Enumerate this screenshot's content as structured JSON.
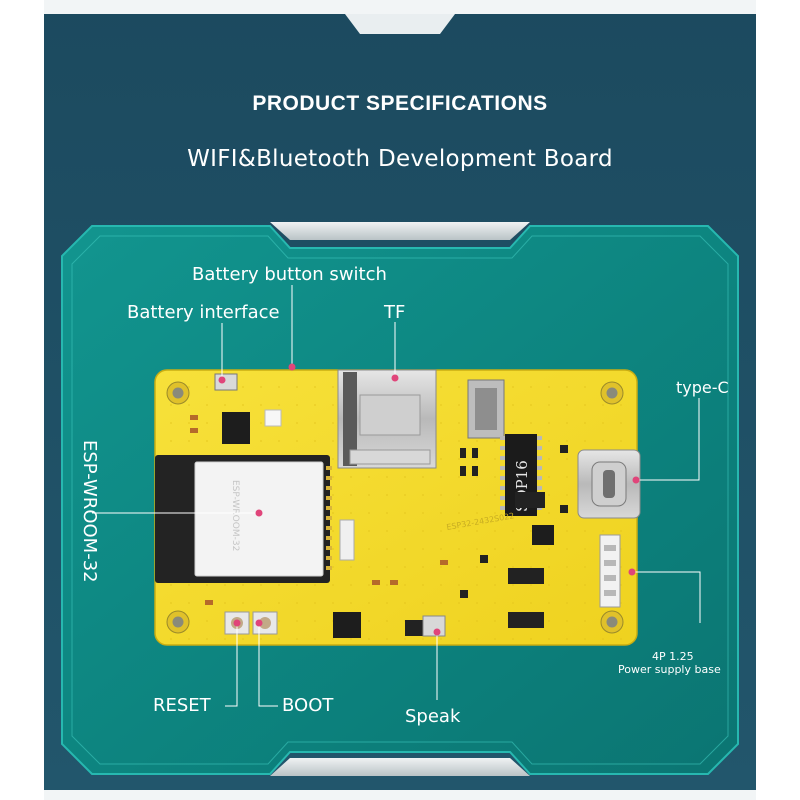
{
  "header": {
    "title": "PRODUCT SPECIFICATIONS",
    "subtitle": "WIFI&Bluetooth Development Board"
  },
  "labels": {
    "battery_button_switch": "Battery button switch",
    "battery_interface": "Battery interface",
    "tf": "TF",
    "type_c": "type-C",
    "esp_wroom": "ESP-WROOM-32",
    "power_base_line1": "4P 1.25",
    "power_base_line2": "Power supply base",
    "reset": "RESET",
    "boot": "BOOT",
    "speak": "Speak"
  },
  "board": {
    "chip_text": "SOP16",
    "module_text": "ESP-WROOM-32",
    "silk_text": "ESP32-2432S022"
  },
  "colors": {
    "background": "#1f4f64",
    "teal_frame": "#0f8f8a",
    "pcb_yellow": "#f5dc2c",
    "module_shield": "#f4f4f4",
    "text": "#ffffff"
  }
}
